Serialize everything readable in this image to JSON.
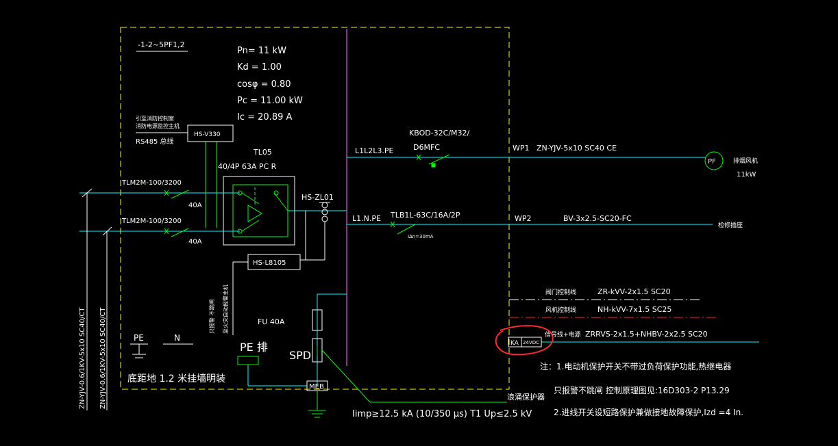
{
  "panel": {
    "id": "-1-2~5PF1,2",
    "calc": [
      "Pn= 11 kW",
      "Kd = 1.00",
      "cosφ = 0.80",
      "Pc = 11.00 kW",
      "Ic = 20.89 A"
    ],
    "fire_link_label": "引至消防控制室\n消防电源监控主机",
    "rs485": "RS485 总线",
    "hs_v330": "HS-V330",
    "tl05": "TL05",
    "ats_rating": "40/4P 63A PC R",
    "incomer1": "TLM2M-100/3200",
    "incomer2": "TLM2M-100/3200",
    "incomer_rating": "40A",
    "hs_zl01": "HS-ZL01",
    "hs_l8105": "HS-L8105",
    "fire_alarm_label": "至火灾自动报警主机",
    "fire_alarm_note": "只报警 不跳闸",
    "fu": "FU 40A",
    "pe_bar": "PE 排",
    "spd": "SPD",
    "meb": "MEB",
    "pe": "PE",
    "n": "N",
    "mount_note": "底距地 1.2 米挂墙明装",
    "cable1": "ZN-YJV-0.6/1KV-5x10 SC40/CT",
    "cable2": "ZN-YJV-0.6/1KV-5x10 SC40/CT",
    "spd_spec": "Iimp≥12.5 kA (10/350 μs) T1 Up≤2.5 kV",
    "surge_label": "浪涌保护器"
  },
  "circuits": {
    "wp1_phase": "L1L2L3.PE",
    "wp1_breaker": "KBOD-32C/M32/",
    "wp1_breaker2": "D6MFC",
    "wp1_id": "WP1",
    "wp1_cable": "ZN-YJV-5x10  SC40  CE",
    "wp1_load": "排烟风机",
    "wp1_power": "11kW",
    "motor": "PF",
    "wp2_phase": "L1.N.PE",
    "wp2_breaker": "TLB1L-63C/16A/2P",
    "wp2_leak": "I∆n=30mA",
    "wp2_id": "WP2",
    "wp2_cable": "BV-3x2.5-SC20-FC",
    "wp2_load": "检修插座"
  },
  "control": {
    "c1_label": "阀门控制线",
    "c1_cable": "ZR-kVV-2x1.5  SC20",
    "c2_label": "风机控制线",
    "c2_cable": "NH-kVV-7x1.5  SC25",
    "c3_label": "信号线+电源",
    "c3_cable": "ZRRVS-2x1.5+NHBV-2x2.5  SC20",
    "ka": "KA",
    "v24": "24VDC"
  },
  "notes": [
    "注：1.电动机保护开关不带过负荷保护功能,热继电器",
    "只报警不跳闸  控制原理图见:16D303-2  P13.29",
    "2.进线开关设短路保护兼做接地故障保护,Izd =4 In."
  ],
  "colors": {
    "background": "#000000",
    "cyan": "#00ffff",
    "green": "#00ff00",
    "yellow": "#ffff00",
    "magenta": "#cc33cc",
    "red": "#ff2a2a",
    "white": "#ffffff"
  }
}
